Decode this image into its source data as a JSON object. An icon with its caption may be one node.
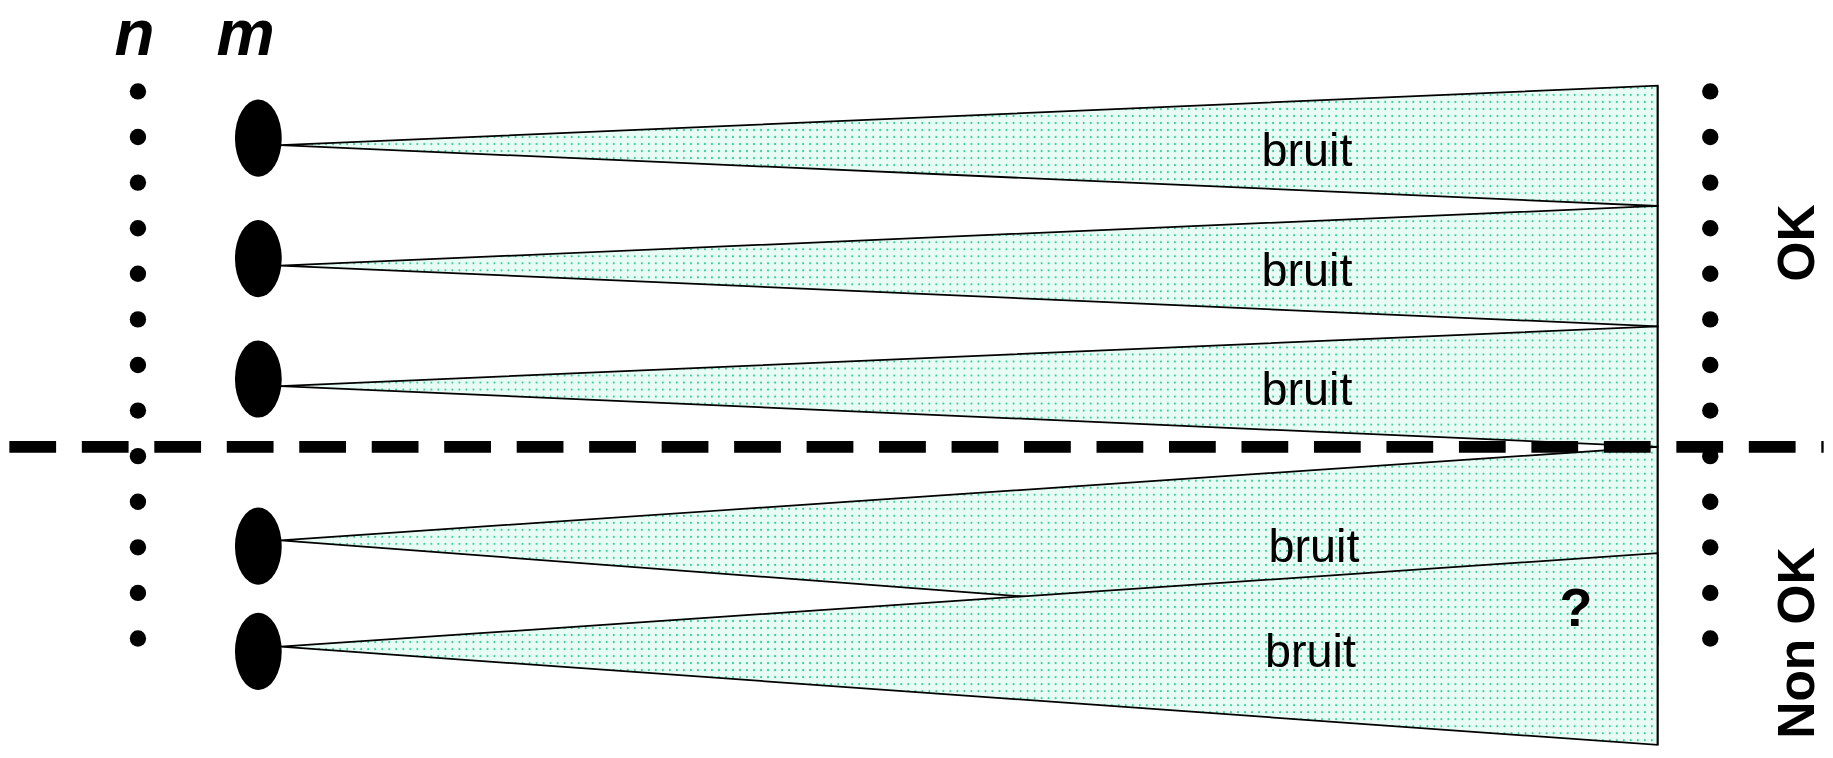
{
  "diagram": {
    "labels": [
      "n",
      "m",
      "bruit",
      "OK",
      "bruit",
      "bruit",
      "bruit",
      "?",
      "Non OK",
      "bruit"
    ]
  }
}
